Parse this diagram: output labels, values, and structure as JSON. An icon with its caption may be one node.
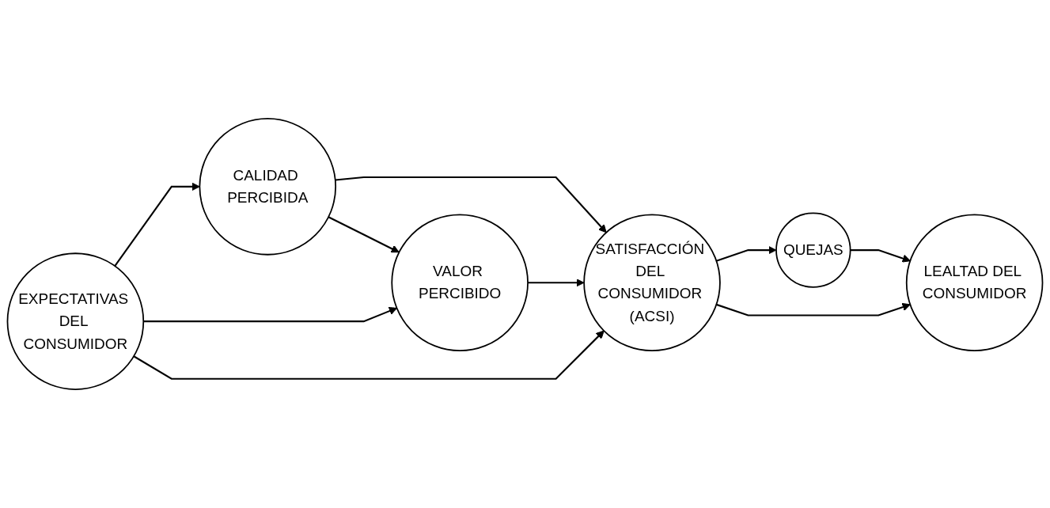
{
  "diagram": {
    "nodes": [
      {
        "text": [
          "CALIDAD PERCIBIDA"
        ]
      },
      {
        "text": [
          "VALOR PERCIBIDO"
        ]
      },
      {
        "text": [
          "SATISFACCIÓN DEL CONSUMIDOR (ACSI)"
        ]
      },
      {
        "text": [
          "QUEJAS"
        ]
      },
      {
        "text": [
          "EXPECTATIVAS DEL CONSUMIDOR"
        ]
      },
      {
        "text": [
          "LEALTAD DEL CONSUMIDOR"
        ]
      }
    ],
    "edges": [
      {
        "from": 0,
        "to": 2,
        "arrow": "to"
      },
      {
        "from": 0,
        "to": 1,
        "arrow": "to"
      },
      {
        "from": 4,
        "to": 0,
        "arrow": "to"
      },
      {
        "from": 4,
        "to": 1,
        "arrow": "to"
      },
      {
        "from": 4,
        "to": 2,
        "arrow": "to"
      },
      {
        "from": 1,
        "to": 2,
        "arrow": "to"
      },
      {
        "from": 2,
        "to": 3,
        "arrow": "to"
      },
      {
        "from": 2,
        "to": 5,
        "arrow": "to"
      },
      {
        "from": 3,
        "to": 5,
        "arrow": "to"
      }
    ]
  }
}
